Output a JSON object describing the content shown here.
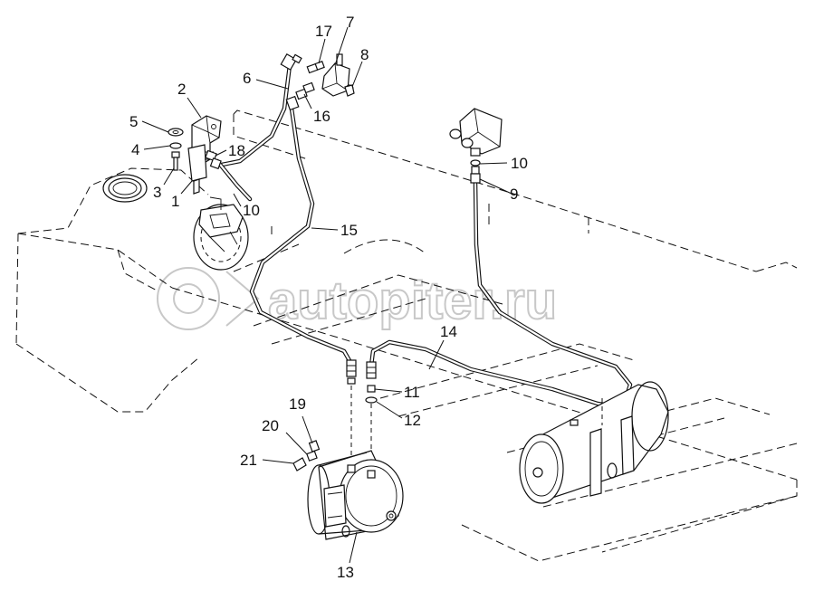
{
  "watermark": "autopiter.ru",
  "callouts": [
    {
      "id": "c1",
      "text": "1"
    },
    {
      "id": "c2",
      "text": "2"
    },
    {
      "id": "c3",
      "text": "3"
    },
    {
      "id": "c4",
      "text": "4"
    },
    {
      "id": "c5",
      "text": "5"
    },
    {
      "id": "c6",
      "text": "6"
    },
    {
      "id": "c7",
      "text": "7"
    },
    {
      "id": "c8",
      "text": "8"
    },
    {
      "id": "c9",
      "text": "9"
    },
    {
      "id": "c10a",
      "text": "10"
    },
    {
      "id": "c10b",
      "text": "10"
    },
    {
      "id": "c11",
      "text": "11"
    },
    {
      "id": "c12",
      "text": "12"
    },
    {
      "id": "c13",
      "text": "13"
    },
    {
      "id": "c14",
      "text": "14"
    },
    {
      "id": "c15",
      "text": "15"
    },
    {
      "id": "c16",
      "text": "16"
    },
    {
      "id": "c17",
      "text": "17"
    },
    {
      "id": "c18",
      "text": "18"
    },
    {
      "id": "c19",
      "text": "19"
    },
    {
      "id": "c20",
      "text": "20"
    },
    {
      "id": "c21",
      "text": "21"
    }
  ]
}
